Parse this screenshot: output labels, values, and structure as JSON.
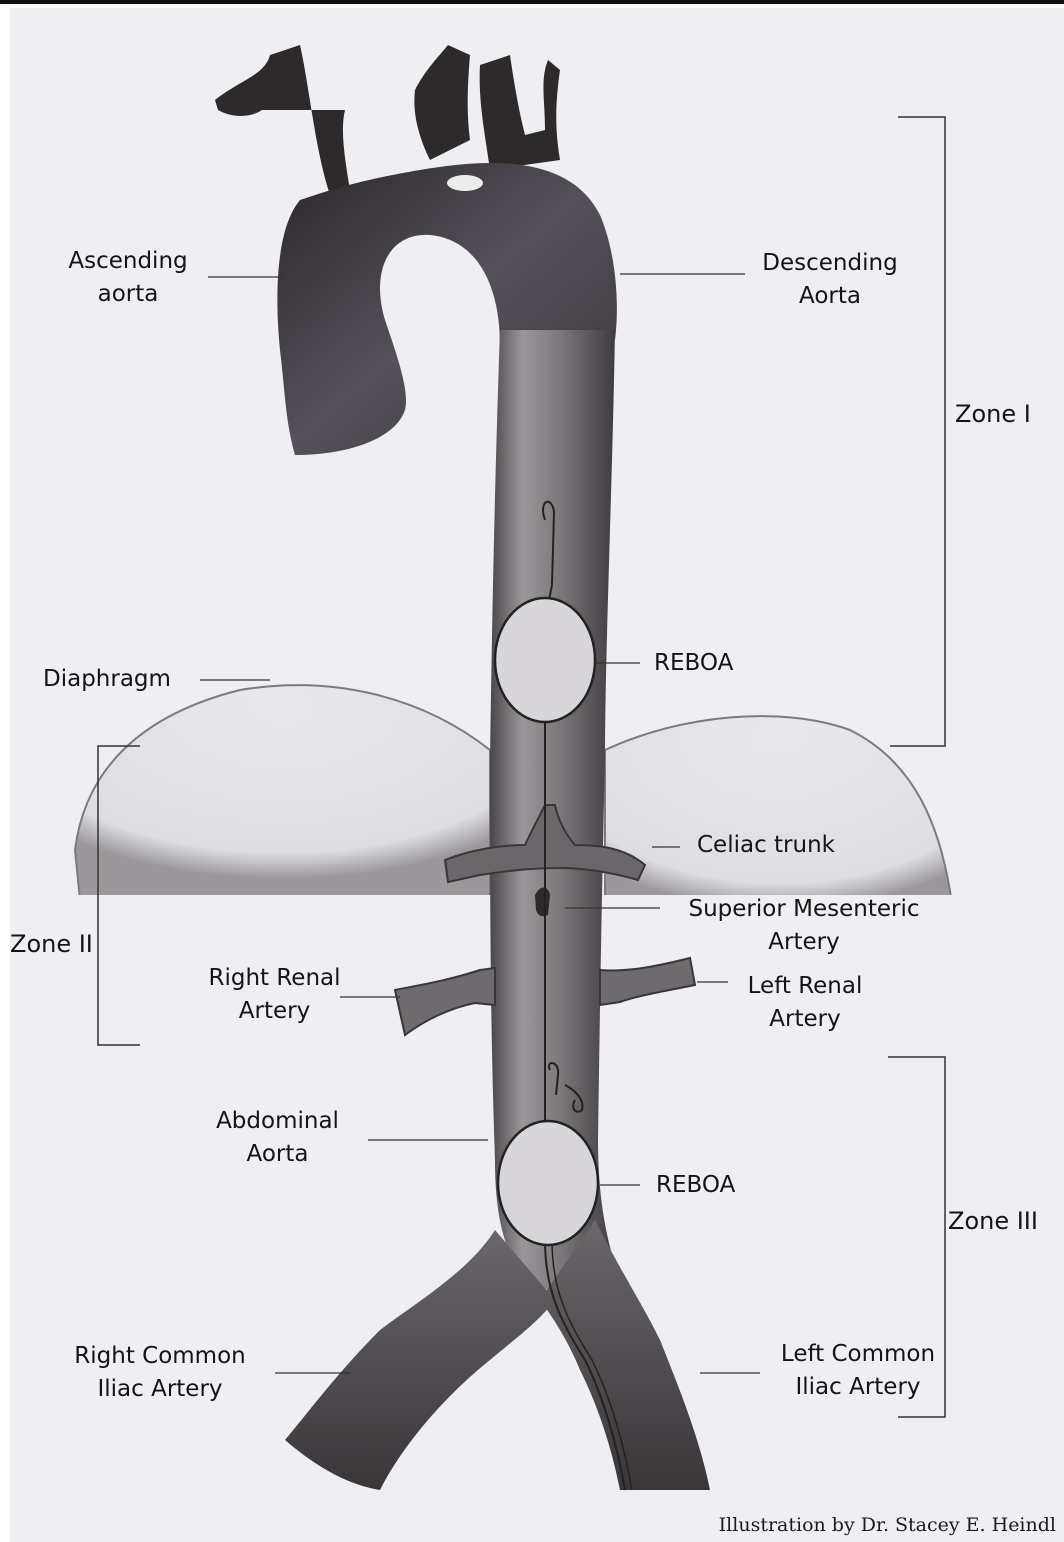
{
  "labels": {
    "ascending_aorta": [
      "Ascending",
      "aorta"
    ],
    "descending_aorta": [
      "Descending",
      "Aorta"
    ],
    "diaphragm": "Diaphragm",
    "reboa_upper": "REBOA",
    "reboa_lower": "REBOA",
    "celiac_trunk": "Celiac trunk",
    "superior_mesenteric": [
      "Superior Mesenteric",
      "Artery"
    ],
    "right_renal": [
      "Right Renal",
      "Artery"
    ],
    "left_renal": [
      "Left Renal",
      "Artery"
    ],
    "abdominal_aorta": [
      "Abdominal",
      "Aorta"
    ],
    "right_common_iliac": [
      "Right Common",
      "Iliac Artery"
    ],
    "left_common_iliac": [
      "Left Common",
      "Iliac Artery"
    ]
  },
  "zones": {
    "zone1": "Zone I",
    "zone2": "Zone II",
    "zone3": "Zone III"
  },
  "credit": "Illustration by Dr. Stacey E. Heindl",
  "colors": {
    "paper": "#efeef2",
    "vessel_dark": "#2a2628",
    "vessel_mid": "#6e6a6e",
    "line": "#333333"
  }
}
